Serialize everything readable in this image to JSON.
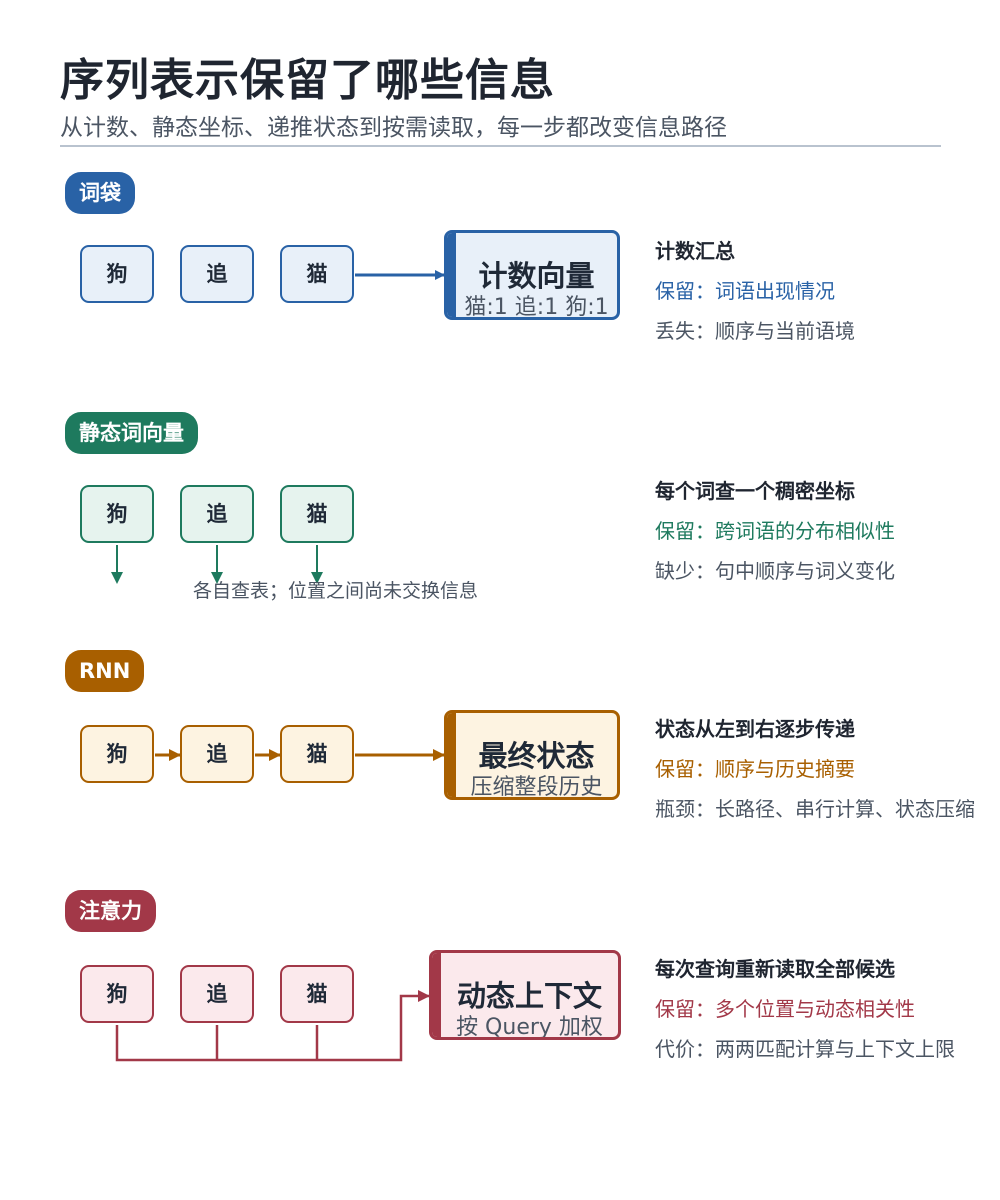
{
  "title": "序列表示保留了哪些信息",
  "subtitle": "从计数、静态坐标、递推状态到按需读取，每一步都改变信息路径",
  "tokens": [
    "狗",
    "追",
    "猫"
  ],
  "sections": [
    {
      "label": "词袋",
      "color": "#2962a6",
      "target": {
        "main": "计数向量",
        "sub": "猫:1 追:1 狗:1"
      },
      "heading": "计数汇总",
      "keep": "保留：词语出现情况",
      "lose": "丢失：顺序与当前语境"
    },
    {
      "label": "静态词向量",
      "color": "#1e7a5e",
      "note": "各自查表；位置之间尚未交换信息",
      "heading": "每个词查一个稠密坐标",
      "keep": "保留：跨词语的分布相似性",
      "lose": "缺少：句中顺序与词义变化"
    },
    {
      "label": "RNN",
      "color": "#a85f00",
      "target": {
        "main": "最终状态",
        "sub": "压缩整段历史"
      },
      "heading": "状态从左到右逐步传递",
      "keep": "保留：顺序与历史摘要",
      "lose": "瓶颈：长路径、串行计算、状态压缩"
    },
    {
      "label": "注意力",
      "color": "#a23848",
      "target": {
        "main": "动态上下文",
        "sub": "按 Query 加权"
      },
      "heading": "每次查询重新读取全部候选",
      "keep": "保留：多个位置与动态相关性",
      "lose": "代价：两两匹配计算与上下文上限"
    }
  ]
}
